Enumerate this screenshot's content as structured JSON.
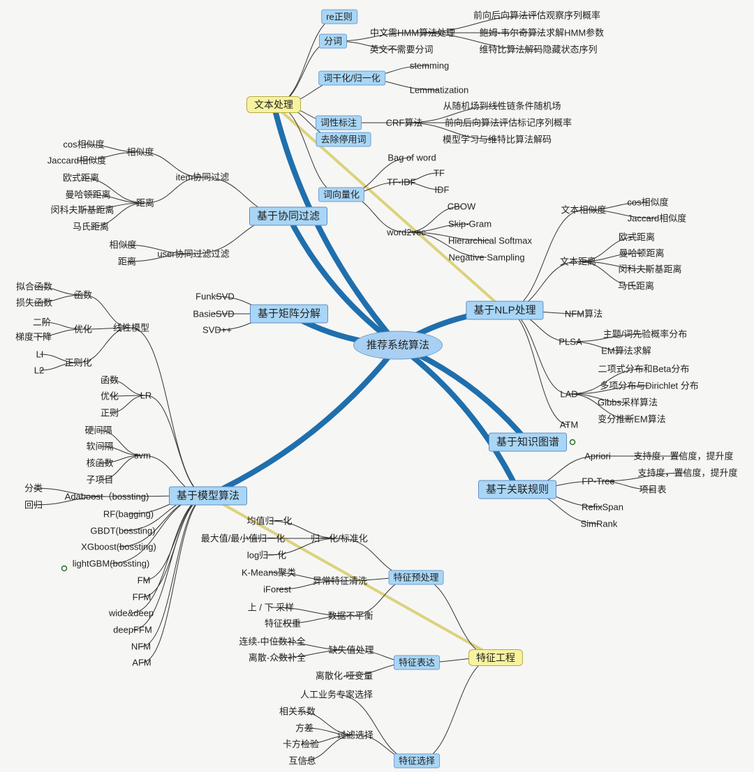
{
  "root": "推荐系统算法",
  "nodes": {
    "re": "re正则",
    "fenci": "分词",
    "hmm": "中文需HMM算法处理",
    "fwd": "前向后向算法评估观察序列概率",
    "bw": "鲍姆-韦尔奇算法求解HMM参数",
    "vit": "维特比算法解码隐藏状态序列",
    "en": "英文不需要分词",
    "norm": "词干化/归一化",
    "stem": "stemming",
    "lemma": "Lemmatization",
    "text": "文本处理",
    "pos": "词性标注",
    "crf": "CRF算法",
    "crf1": "从随机场到线性链条件随机场",
    "crf2": "前向后向算法评估标记序列概率",
    "crf3": "模型学习与维特比算法解码",
    "stop": "去除停用词",
    "vec": "词向量化",
    "bow": "Bag of word",
    "tfidf": "TF-IDF",
    "tf": "TF",
    "idf": "IDF",
    "w2v": "word2vec",
    "cbow": "CBOW",
    "skip": "Skip-Gram",
    "hs": "Hierarchical Softmax",
    "ns": "Negative Sampling",
    "nlp": "基于NLP处理",
    "tsim": "文本相似度",
    "tcos": "cos相似度",
    "tjac": "Jaccard相似度",
    "tdist": "文本距离",
    "td1": "欧式距离",
    "td2": "曼哈顿距离",
    "td3": "闵科夫斯基距离",
    "td4": "马氏距离",
    "nfm2": "NFM算法",
    "plsa": "PLSA",
    "plsa1": "主题/词先验概率分布",
    "plsa2": "EM算法求解",
    "lad": "LAD",
    "lad1": "二项式分布和Beta分布",
    "lad2": "多项分布与Dirichlet 分布",
    "lad3": "Gibbs采样算法",
    "lad4": "变分推断EM算法",
    "atm": "ATM",
    "kg": "基于知识图谱",
    "assoc": "基于关联规则",
    "apriori": "Apriori",
    "ap1": "支持度，置信度，提升度",
    "fptree": "FP-Tree",
    "fp1": "支持度，置信度，提升度",
    "fp2": "项目表",
    "refix": "RefixSpan",
    "simrank": "SimRank",
    "cf": "基于协同过滤",
    "itemcf": "item协同过滤",
    "isim": "相似度",
    "icos": "cos相似度",
    "ijac": "Jaccard相似度",
    "idist": "距离",
    "id1": "欧式距离",
    "id2": "曼哈顿距离",
    "id3": "闵科夫斯基距离",
    "id4": "马氏距离",
    "usercf": "user协同过滤过滤",
    "usim": "相似度",
    "udist": "距离",
    "mf": "基于矩阵分解",
    "funk": "FunkSVD",
    "basie": "BasieSVD",
    "svdpp": "SVD++",
    "model": "基于模型算法",
    "linear": "线性模型",
    "func": "函数",
    "fit": "拟合函数",
    "loss": "损失函数",
    "opt": "优化",
    "o2": "二阶",
    "gd": "梯度下降",
    "reg": "正则化",
    "l1": "LI",
    "l2": "L2",
    "lr": "LR",
    "lrf": "函数",
    "lro": "优化",
    "lrr": "正则",
    "svm": "svm",
    "svm1": "硬间隔",
    "svm2": "软间隔",
    "svm3": "核函数",
    "svm4": "子项目",
    "ada": "Adaboost（bossting)",
    "cls": "分类",
    "rgs": "回归",
    "rf": "RF(bagging)",
    "gbdt": "GBDT(bossting)",
    "xgb": "XGboost(bossting)",
    "lgbm": "lightGBM(bossting)",
    "fm": "FM",
    "ffm": "FFM",
    "wd": "wide&deep",
    "dffm": "deepFFM",
    "nfm": "NFM",
    "afm": "AFM",
    "fe": "特征工程",
    "pre": "特征预处理",
    "nrm": "归一化/标准化",
    "mean": "均值归一化",
    "minmax": "最大值/最小值归一化",
    "log": "log归一化",
    "outlier": "异常特征清洗",
    "km": "K-Means聚类",
    "ifo": "iForest",
    "imb": "数据不平衡",
    "samp": "上 / 下 采样",
    "fw": "特征权重",
    "expr": "特征表达",
    "miss": "缺失值处理",
    "m1": "连续-中位数补全",
    "m2": "离散-众数补全",
    "disc": "离散化-哑变量",
    "sel": "特征选择",
    "expert": "人工业务专家选择",
    "filter": "过滤选择",
    "corr": "相关系数",
    "var": "方差",
    "chi": "卡方检验",
    "mi": "互信息"
  },
  "colors": {
    "branch": "#1f6fad",
    "line": "#333333",
    "box": "#a9d6f6",
    "highlight": "#f7f2a0",
    "crossline": "#d9cf70"
  }
}
